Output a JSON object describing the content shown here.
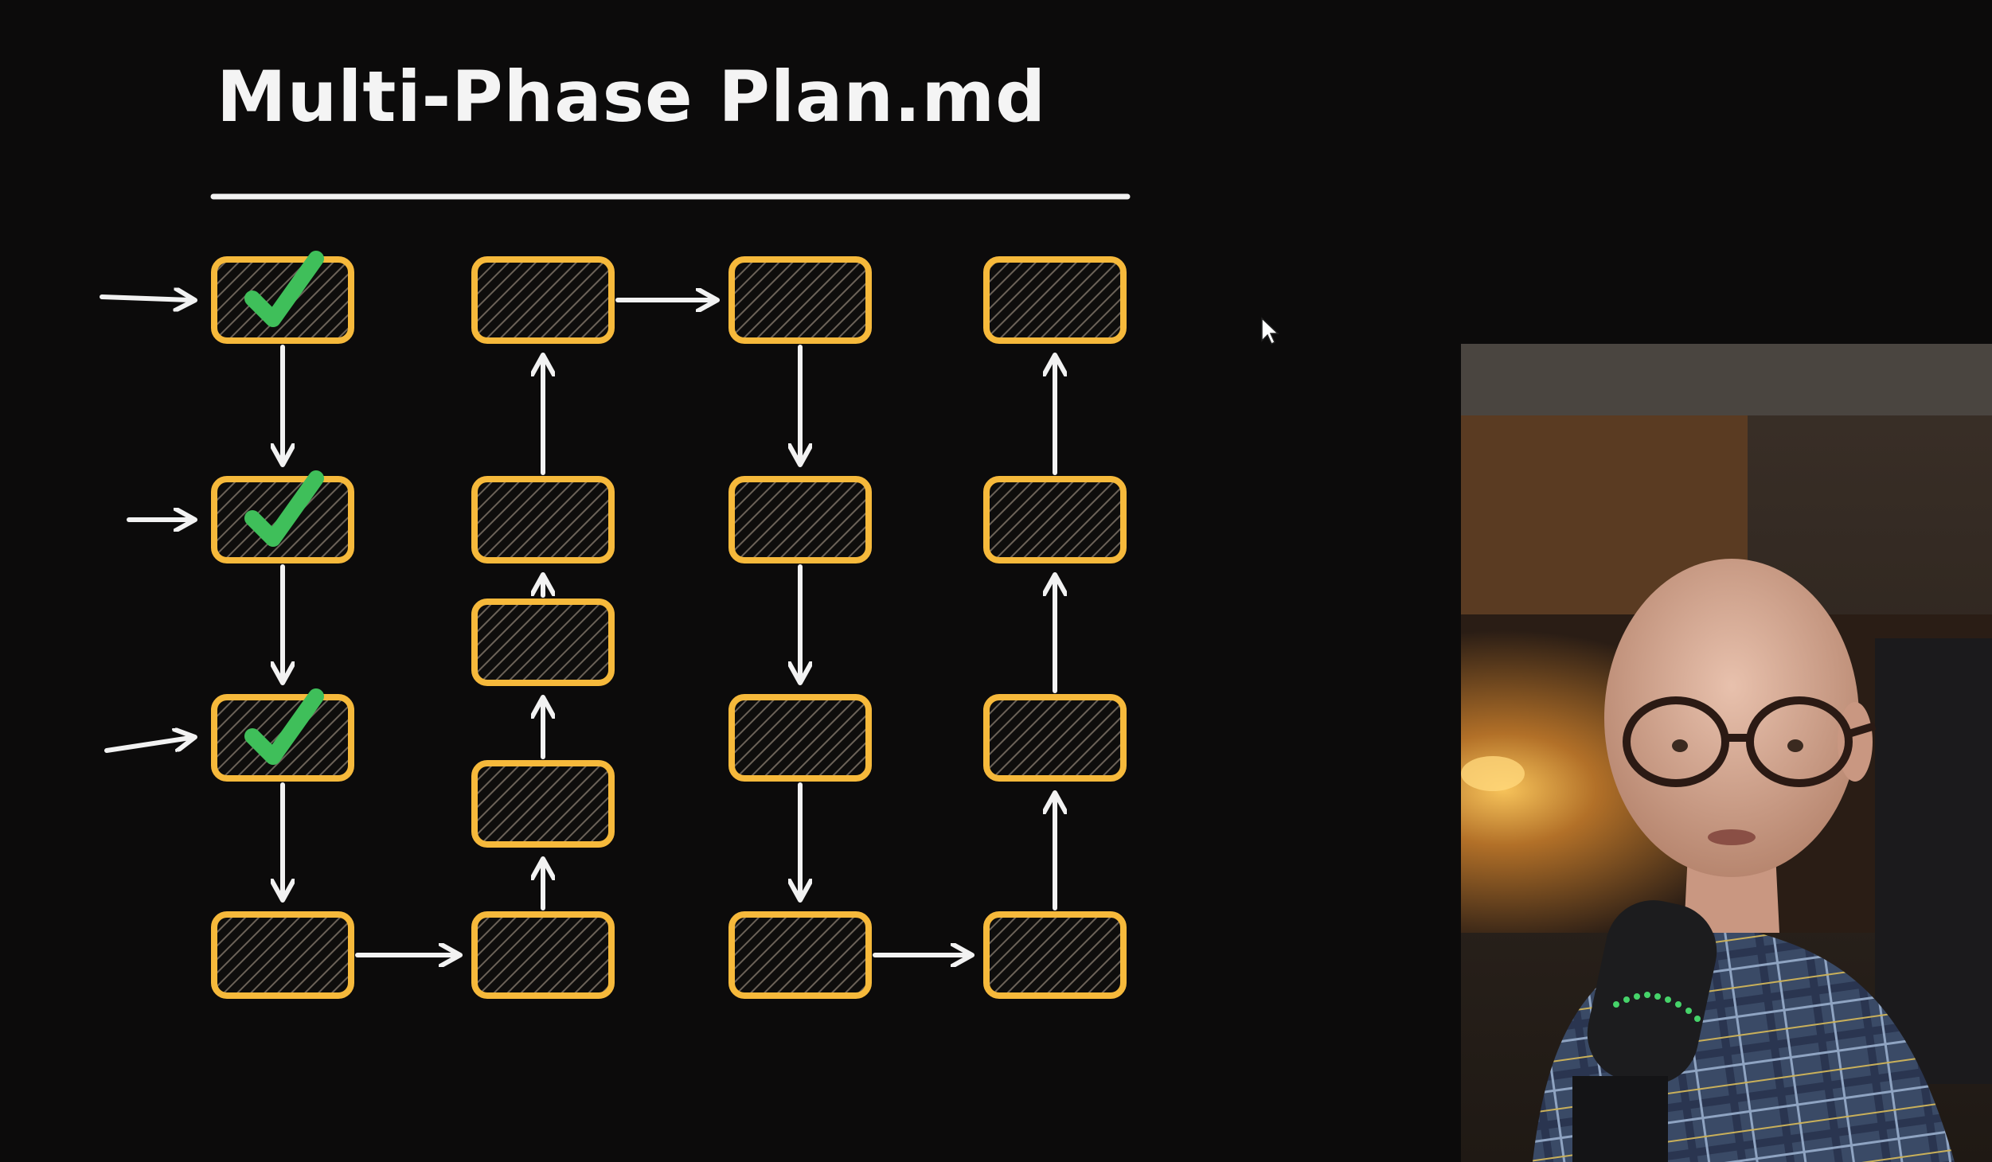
{
  "title": "Multi-Phase Plan.md",
  "colors": {
    "background": "#0c0b0b",
    "box_border": "#f6b93b",
    "arrow": "#f2f2f2",
    "check": "#3fbf5a",
    "title_underline": "#f2f2f2"
  },
  "diagram": {
    "columns": 4,
    "rows": 4,
    "boxes": [
      {
        "id": "c1r1",
        "checked": true
      },
      {
        "id": "c1r2",
        "checked": true
      },
      {
        "id": "c1r3",
        "checked": true
      },
      {
        "id": "c1r4",
        "checked": false
      },
      {
        "id": "c2r1",
        "checked": false
      },
      {
        "id": "c2r2",
        "checked": false
      },
      {
        "id": "c2r3a",
        "checked": false
      },
      {
        "id": "c2r3b",
        "checked": false
      },
      {
        "id": "c2r4",
        "checked": false
      },
      {
        "id": "c3r1",
        "checked": false
      },
      {
        "id": "c3r2",
        "checked": false
      },
      {
        "id": "c3r3",
        "checked": false
      },
      {
        "id": "c3r4",
        "checked": false
      },
      {
        "id": "c4r1",
        "checked": false
      },
      {
        "id": "c4r2",
        "checked": false
      },
      {
        "id": "c4r3",
        "checked": false
      },
      {
        "id": "c4r4",
        "checked": false
      }
    ],
    "connections": [
      {
        "from": "c1r1",
        "to": "c1r2"
      },
      {
        "from": "c1r2",
        "to": "c1r3"
      },
      {
        "from": "c1r3",
        "to": "c1r4"
      },
      {
        "from": "c1r4",
        "to": "c2r4"
      },
      {
        "from": "c2r4",
        "to": "c2r3b"
      },
      {
        "from": "c2r3b",
        "to": "c2r3a"
      },
      {
        "from": "c2r3a",
        "to": "c2r2"
      },
      {
        "from": "c2r2",
        "to": "c2r1"
      },
      {
        "from": "c2r1",
        "to": "c3r1"
      },
      {
        "from": "c3r1",
        "to": "c3r2"
      },
      {
        "from": "c3r2",
        "to": "c3r3"
      },
      {
        "from": "c3r3",
        "to": "c3r4"
      },
      {
        "from": "c3r4",
        "to": "c4r4"
      },
      {
        "from": "c4r4",
        "to": "c4r3"
      },
      {
        "from": "c4r3",
        "to": "c4r2"
      },
      {
        "from": "c4r2",
        "to": "c4r1"
      }
    ],
    "entry_arrows": [
      "c1r1",
      "c1r2",
      "c1r3"
    ]
  },
  "webcam": {
    "present": true
  }
}
